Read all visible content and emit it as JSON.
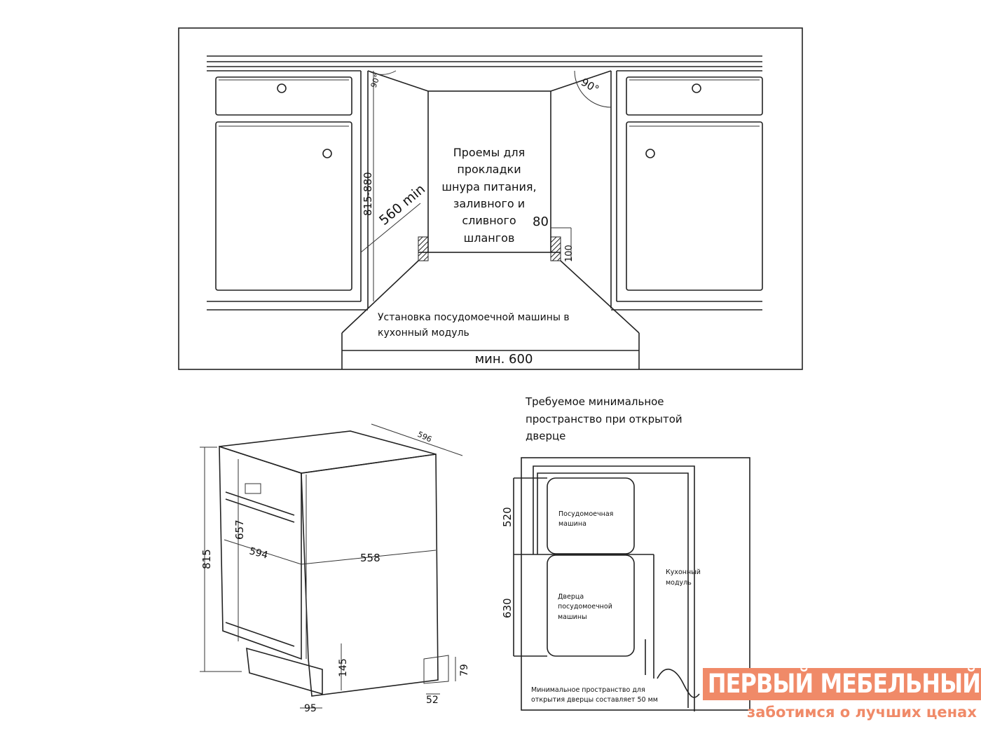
{
  "top_diagram": {
    "openings_label": [
      "Проемы для",
      "прокладки",
      "шнура питания,",
      "заливного и",
      "сливного",
      "шлангов"
    ],
    "angle_left": "90°",
    "angle_right": "90°",
    "height_range": "815-880",
    "depth_min": "560 min",
    "dim_80": "80",
    "dim_100": "100",
    "caption": [
      "Установка посудомоечной машины в",
      "кухонный модуль"
    ],
    "width_min": "мин. 600"
  },
  "dishwasher_dims": {
    "depth": "596",
    "height": "815",
    "door_height": "657",
    "width": "594",
    "side_depth": "558",
    "plinth_height": "145",
    "plinth_depth": "95",
    "foot_height": "79",
    "foot_depth": "52"
  },
  "clearance_diagram": {
    "title": [
      "Требуемое минимальное",
      "пространство при открытой",
      "дверце"
    ],
    "dim_520": "520",
    "dim_630": "630",
    "dishwasher_label": [
      "Посудомоечная",
      "машина"
    ],
    "door_label": [
      "Дверца",
      "посудомоечной",
      "машины"
    ],
    "module_label": [
      "Кухонный",
      "модуль"
    ],
    "note": [
      "Минимальное пространство для",
      "открытия дверцы составляет 50 мм"
    ]
  },
  "watermark": {
    "brand": "ПЕРВЫЙ МЕБЕЛЬНЫЙ",
    "slogan": "заботимся о лучших ценах",
    "color": "#f08a68"
  }
}
